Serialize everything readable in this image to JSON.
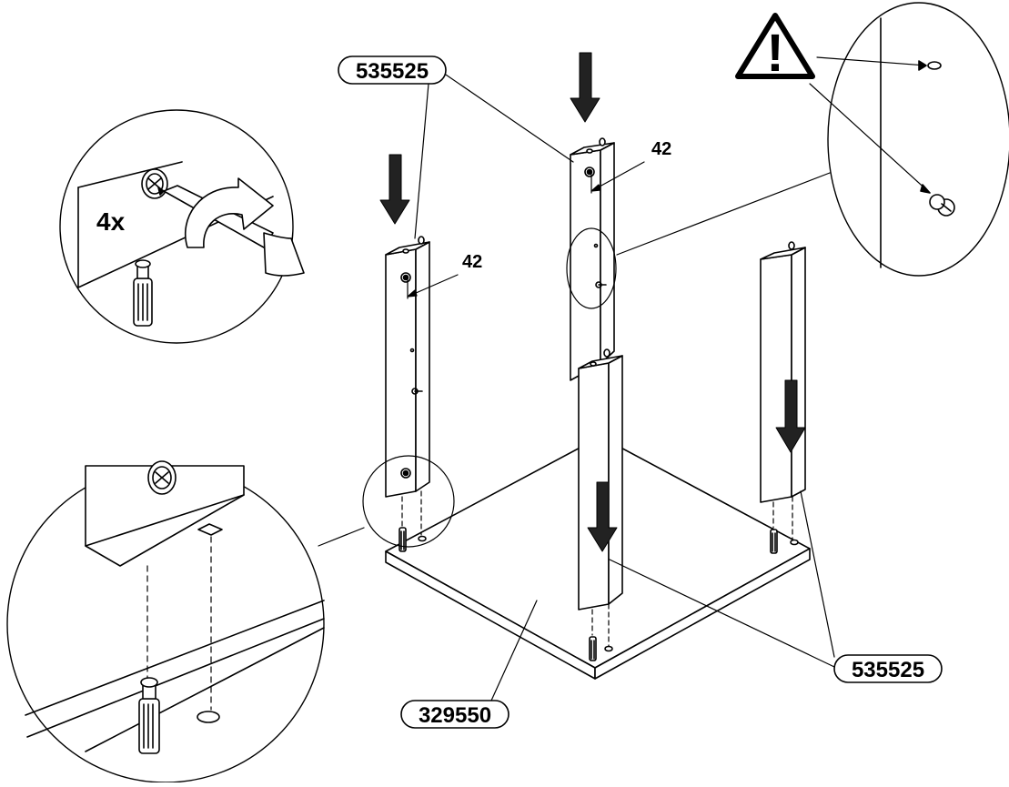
{
  "part_labels": {
    "leg_top_left": "535525",
    "leg_bottom_right": "535525",
    "base_panel": "329550"
  },
  "dimensions": {
    "left_leg_hole_offset": "42",
    "back_leg_hole_offset": "42"
  },
  "quantity": "4x",
  "warning_symbol": "!",
  "icons": [
    "warning-icon",
    "down-arrow-icon",
    "rotate-arrow-icon",
    "screwdriver-icon",
    "cam-lock-icon",
    "dowel-icon"
  ],
  "colors": {
    "line": "#000000",
    "fill": "#ffffff",
    "arrow": "#222222"
  }
}
